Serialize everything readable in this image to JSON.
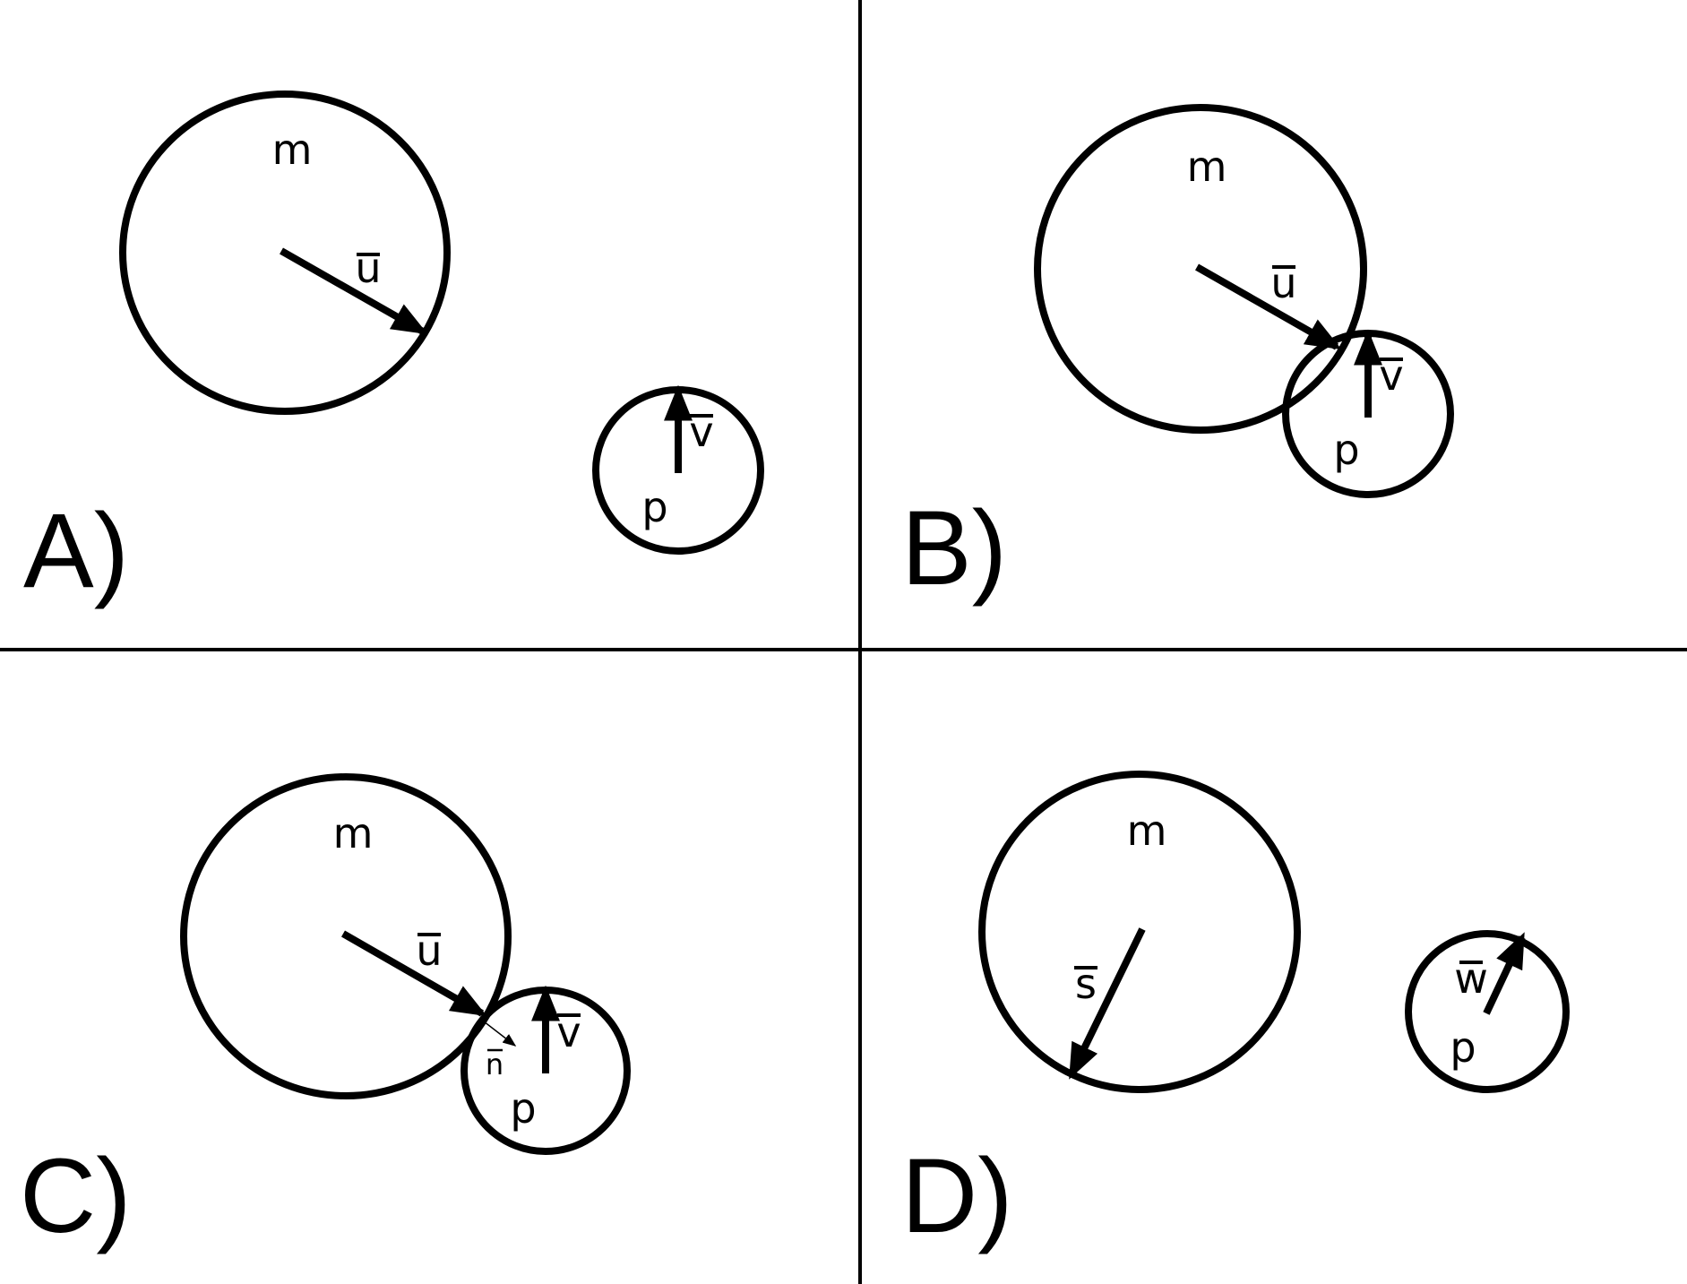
{
  "panels": [
    {
      "label": "A)",
      "big_circle": "m",
      "small_circle": "p",
      "vectors": [
        "u",
        "v"
      ]
    },
    {
      "label": "B)",
      "big_circle": "m",
      "small_circle": "p",
      "vectors": [
        "u",
        "v"
      ]
    },
    {
      "label": "C)",
      "big_circle": "m",
      "small_circle": "p",
      "vectors": [
        "u",
        "v",
        "n"
      ]
    },
    {
      "label": "D)",
      "big_circle": "m",
      "small_circle": "p",
      "vectors": [
        "s",
        "w"
      ]
    }
  ]
}
